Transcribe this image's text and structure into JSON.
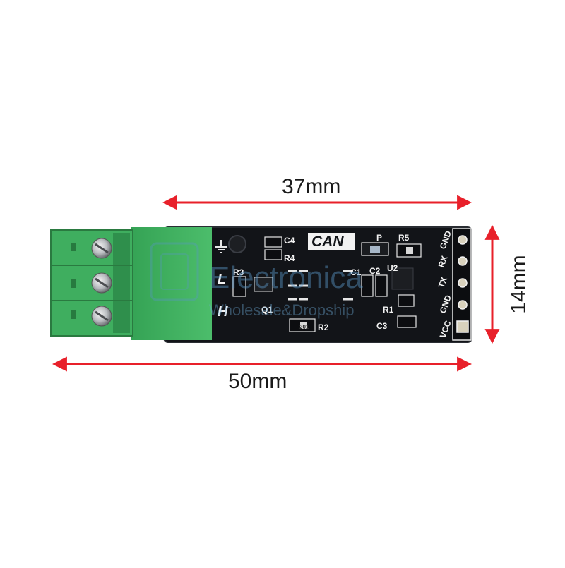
{
  "dimensions": {
    "pcb_length": "37mm",
    "total_length": "50mm",
    "height": "14mm"
  },
  "board": {
    "can_label": "CAN",
    "pins": [
      "GND",
      "RX",
      "TX",
      "GND",
      "VCC"
    ],
    "components": [
      "C4",
      "R4",
      "R3",
      "Q1",
      "R2",
      "C1",
      "C2",
      "U2",
      "R5",
      "P",
      "R1",
      "C3"
    ],
    "bus_labels": [
      "L",
      "H"
    ],
    "chip_marking": "201"
  },
  "watermark": {
    "title": "Electronica",
    "subtitle": "Wholesale&Dropship"
  },
  "colors": {
    "arrow": "#e8202a",
    "pcb": "#121418",
    "terminal": "#3fae5f",
    "silk": "#f2f2f2"
  }
}
